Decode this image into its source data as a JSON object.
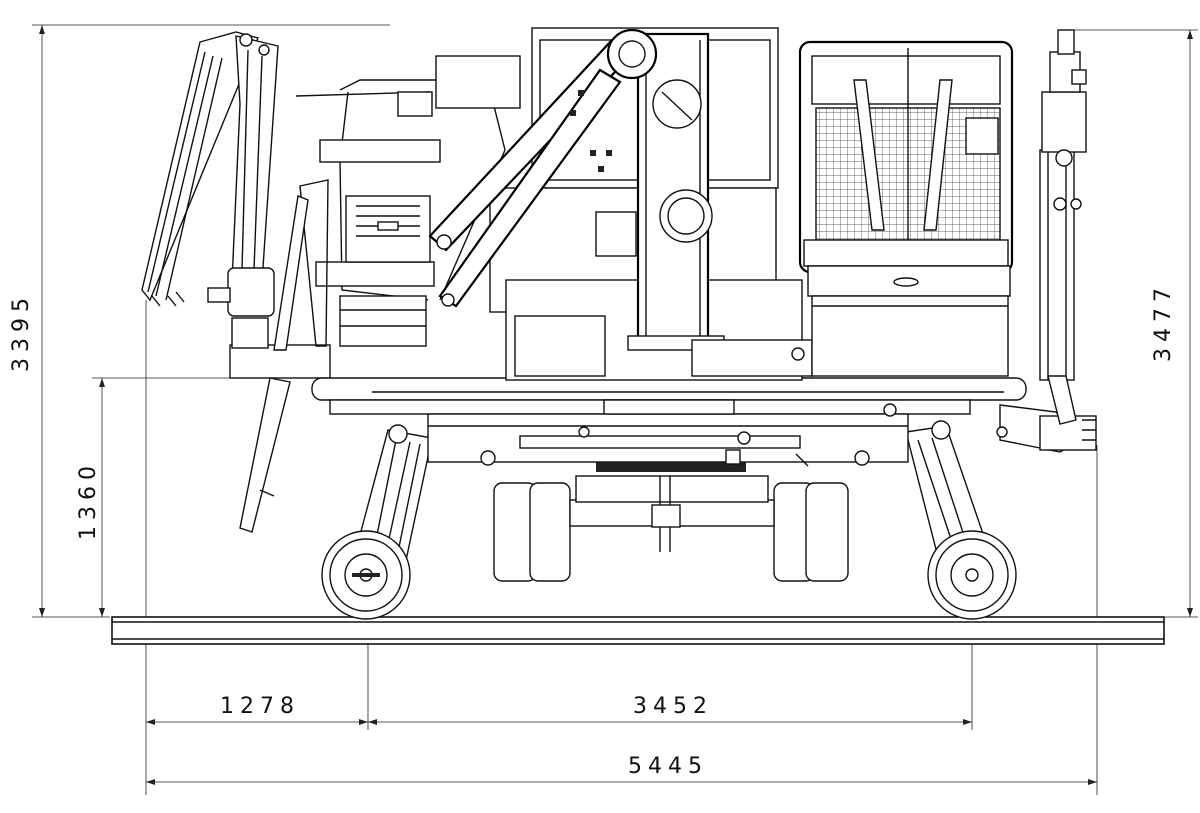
{
  "drawing": {
    "dimensions": {
      "overall_height": "3395",
      "cab_height": "3477",
      "deck_height": "1360",
      "front_overhang": "1278",
      "wheelbase": "3452",
      "overall_length": "5445"
    }
  }
}
